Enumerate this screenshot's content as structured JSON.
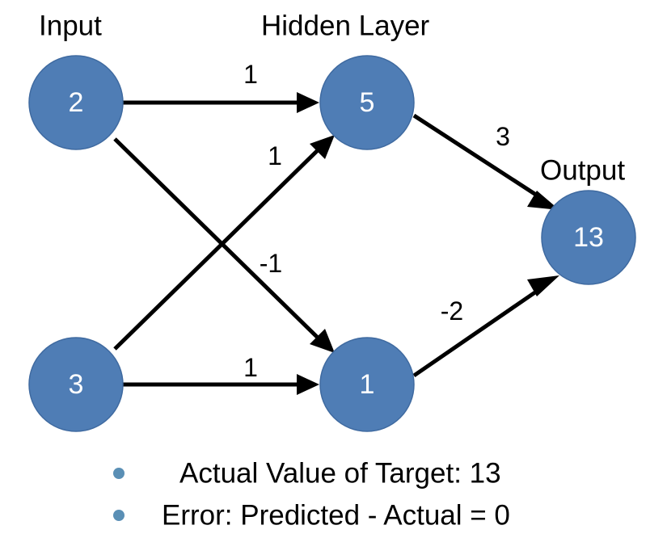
{
  "headings": {
    "input": "Input",
    "hidden": "Hidden Layer",
    "output": "Output"
  },
  "nodes": {
    "input_top": "2",
    "input_bottom": "3",
    "hidden_top": "5",
    "hidden_bottom": "1",
    "output": "13"
  },
  "weights": {
    "in_top_to_hidden_top": "1",
    "in_bottom_to_hidden_top": "1",
    "in_top_to_hidden_bottom": "-1",
    "in_bottom_to_hidden_bottom": "1",
    "hidden_top_to_output": "3",
    "hidden_bottom_to_output": "-2"
  },
  "bullets": [
    "Actual Value of Target: 13",
    "Error: Predicted - Actual = 0"
  ],
  "colors": {
    "node_fill": "#4f7db5",
    "bullet": "#5a8fb5",
    "edge": "#000000"
  }
}
